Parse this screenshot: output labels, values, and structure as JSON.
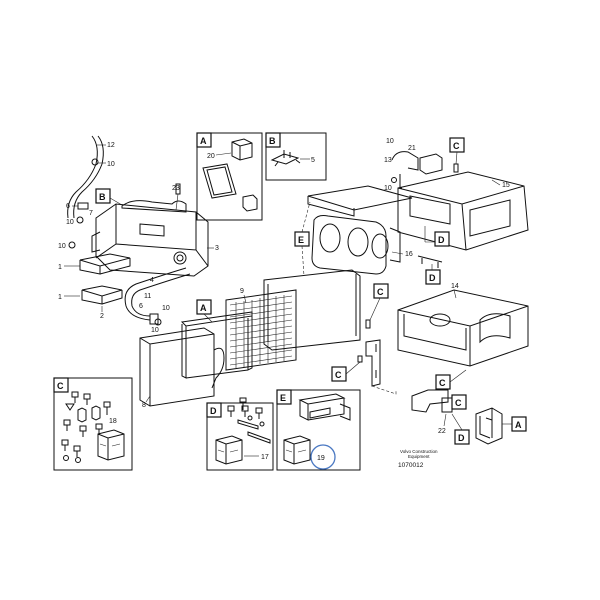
{
  "callouts": {
    "c1": "1",
    "c2": "2",
    "c3": "3",
    "c4": "4",
    "c5": "5",
    "c6": "6",
    "c6b": "6",
    "c7": "7",
    "c8": "8",
    "c9": "9",
    "c10a": "10",
    "c10b": "10",
    "c10c": "10",
    "c10d": "10",
    "c10e": "10",
    "c10f": "10",
    "c11": "11",
    "c12": "12",
    "c13": "13",
    "c14": "14",
    "c15": "15",
    "c16": "16",
    "c17": "17",
    "c18": "18",
    "c19": "19",
    "c20": "20",
    "c21": "21",
    "c22": "22",
    "c23": "23",
    "c1b": "1"
  },
  "tags": {
    "a1": "A",
    "a2": "A",
    "a3": "A",
    "b1": "B",
    "b2": "B",
    "c1": "C",
    "c2": "C",
    "c3": "C",
    "c4": "C",
    "c5": "C",
    "d1": "D",
    "d2": "D",
    "d3": "D",
    "d4": "D",
    "e1": "E",
    "e2": "E"
  },
  "reference": {
    "line1": "Volvo Construction",
    "line2": "Equipment",
    "code": "1070012"
  },
  "colors": {
    "line": "#111111",
    "highlight": "#4a78c2",
    "background": "#ffffff"
  }
}
